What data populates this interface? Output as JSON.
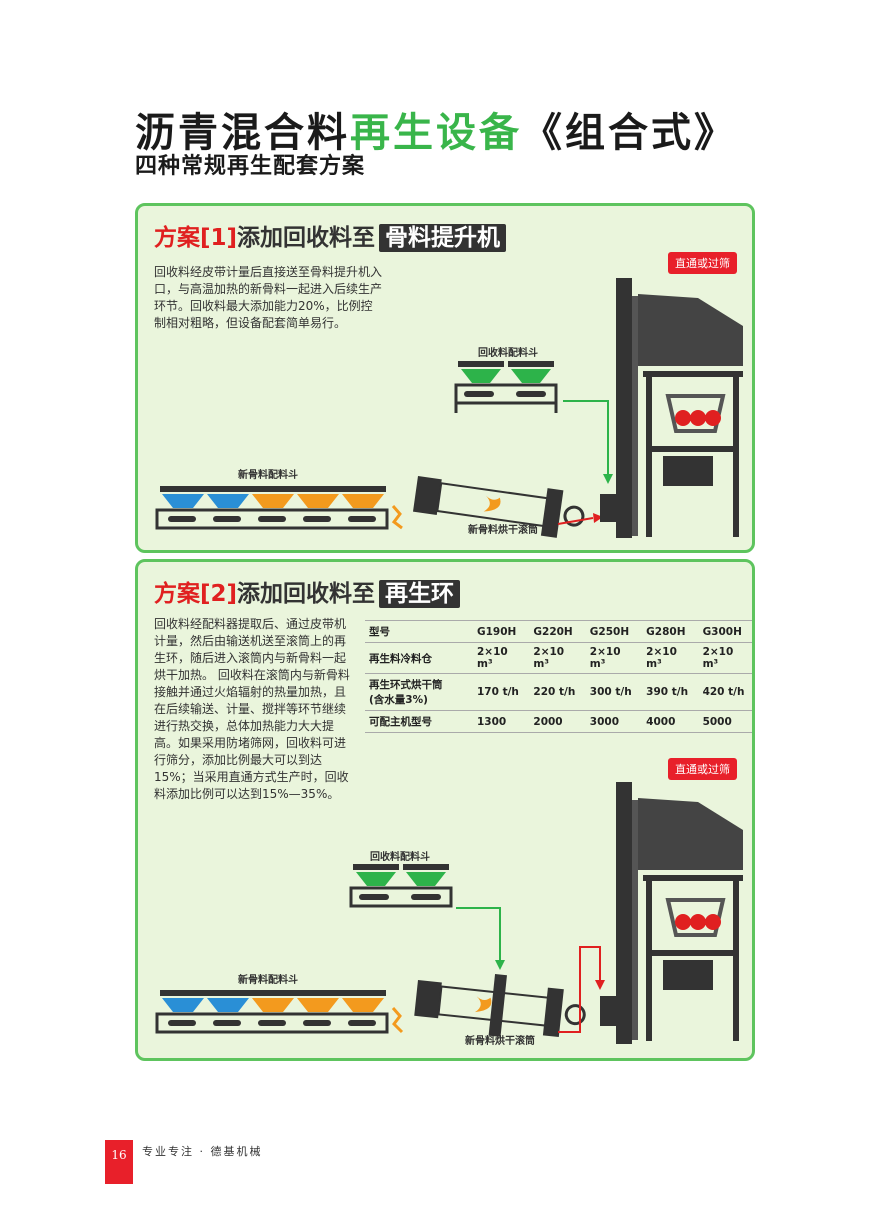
{
  "title": {
    "part1": "沥青混合料",
    "part2": "再生设备",
    "part3": "《组合式》"
  },
  "subtitle": "四种常规再生配套方案",
  "scheme1": {
    "prefix": "方案",
    "num": "[1]",
    "mid": "添加回收料至",
    "highlight": "骨料提升机",
    "text": "回收料经皮带计量后直接送至骨料提升机入口，与高温加热的新骨料一起进入后续生产环节。回收料最大添加能力20%，比例控制相对粗略，但设备配套简单易行。",
    "badge": "直通或过筛",
    "label_recycle_bin": "回收料配料斗",
    "label_new_bin": "新骨料配料斗",
    "label_dryer": "新骨料烘干滚筒"
  },
  "scheme2": {
    "prefix": "方案",
    "num": "[2]",
    "mid": "添加回收料至",
    "highlight": "再生环",
    "text": "回收料经配料器提取后、通过皮带机计量，然后由输送机送至滚筒上的再生环，随后进入滚筒内与新骨料一起烘干加热。 回收料在滚筒内与新骨料接触并通过火焰辐射的热量加热，且在后续输送、计量、搅拌等环节继续进行热交换，总体加热能力大大提高。如果采用防堵筛网，回收料可进行筛分，添加比例最大可以到达15%；当采用直通方式生产时，回收料添加比例可以达到15%—35%。",
    "badge": "直通或过筛",
    "label_recycle_bin": "回收料配料斗",
    "label_new_bin": "新骨料配料斗",
    "label_dryer": "新骨料烘干滚筒",
    "table": {
      "rows": [
        [
          "型号",
          "G190H",
          "G220H",
          "G250H",
          "G280H",
          "G300H"
        ],
        [
          "再生料冷料仓",
          "2×10 m³",
          "2×10 m³",
          "2×10 m³",
          "2×10 m³",
          "2×10 m³"
        ],
        [
          "再生环式烘干筒\n(含水量3%)",
          "170 t/h",
          "220 t/h",
          "300 t/h",
          "390 t/h",
          "420 t/h"
        ],
        [
          "可配主机型号",
          "1300",
          "2000",
          "3000",
          "4000",
          "5000"
        ]
      ]
    }
  },
  "footer": {
    "page": "16",
    "text": "专业专注 · 德基机械"
  },
  "colors": {
    "green": "#39b54a",
    "red": "#e02020",
    "dark": "#333333",
    "blue": "#2a8fd6",
    "orange": "#f39a1e",
    "panel_bg": "#eaf5dc"
  }
}
